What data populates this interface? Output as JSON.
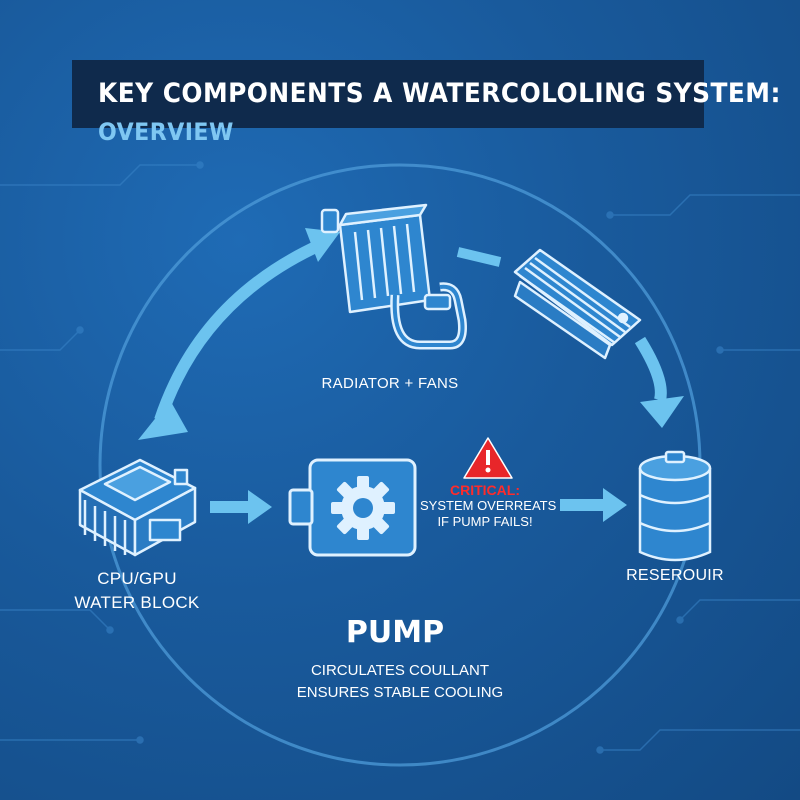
{
  "header": {
    "title": "KEY COMPONENTS A WATERCOLOLING SYSTEM:",
    "subtitle": "OVERVIEW"
  },
  "components": {
    "radiator": {
      "label": "RADIATOR + FANS"
    },
    "cpu_block": {
      "label_line1": "CPU/GPU",
      "label_line2": "WATER BLOCK"
    },
    "reservoir": {
      "label": "RESEROUIR"
    },
    "pump": {
      "title": "PUMP",
      "description_line1": "CIRCULATES COULLANT",
      "description_line2": "ENSURES STABLE COOLING"
    }
  },
  "warning": {
    "heading": "CRITICAL:",
    "line1": "SYSTEM OVERREATS",
    "line2": "IF PUMP FAILS!",
    "icon": "warning-triangle-icon",
    "color": "#e8262a"
  },
  "colors": {
    "background": "#195a9c",
    "title_bar": "#0f2a4c",
    "accent": "#7fc7f2",
    "icon_fill": "#2e86cf",
    "icon_stroke": "#dff1ff"
  }
}
